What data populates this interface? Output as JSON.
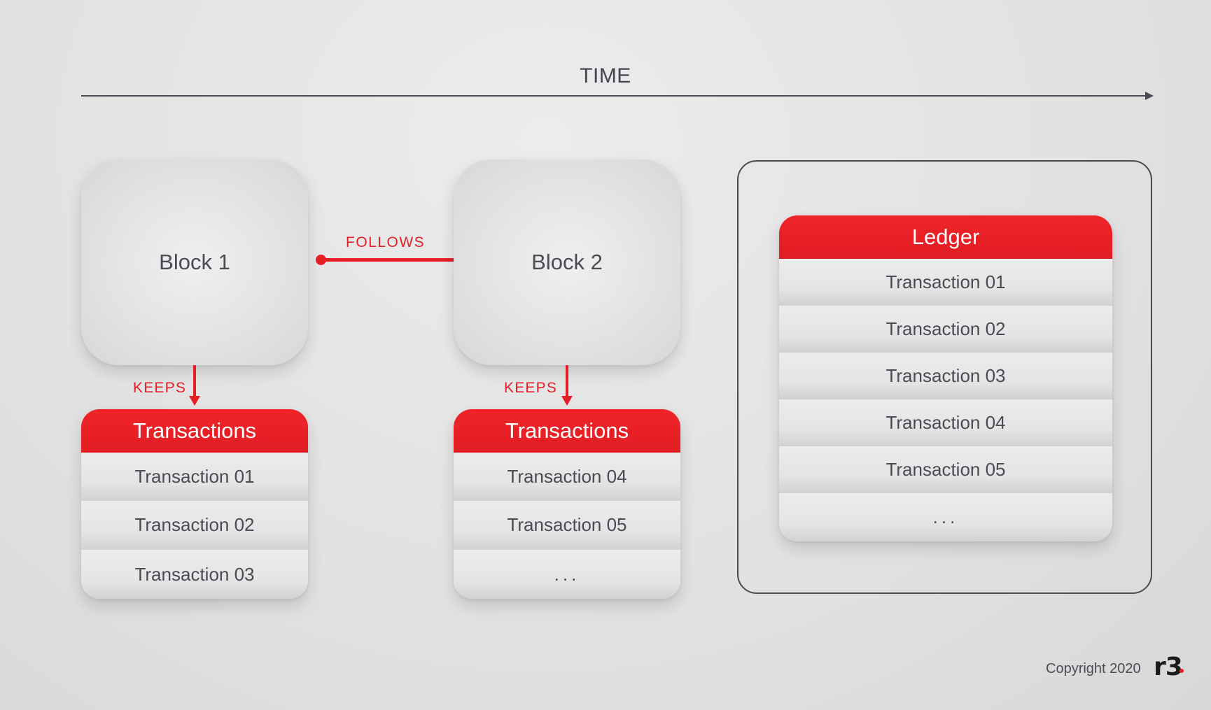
{
  "time": {
    "label": "TIME"
  },
  "blocks": [
    {
      "label": "Block 1"
    },
    {
      "label": "Block 2"
    }
  ],
  "relations": {
    "follows": "FOLLOWS",
    "keeps": "KEEPS"
  },
  "tables": [
    {
      "header": "Transactions",
      "rows": [
        "Transaction 01",
        "Transaction 02",
        "Transaction 03"
      ]
    },
    {
      "header": "Transactions",
      "rows": [
        "Transaction 04",
        "Transaction 05",
        "..."
      ]
    }
  ],
  "ledger": {
    "header": "Ledger",
    "rows": [
      "Transaction 01",
      "Transaction 02",
      "Transaction 03",
      "Transaction 04",
      "Transaction 05",
      "..."
    ]
  },
  "footer": {
    "copyright": "Copyright 2020",
    "logo_text": "r3"
  },
  "colors": {
    "accent_red": "#e61f26",
    "text_dark": "#4a4c55",
    "background": "#e2e2e2"
  }
}
